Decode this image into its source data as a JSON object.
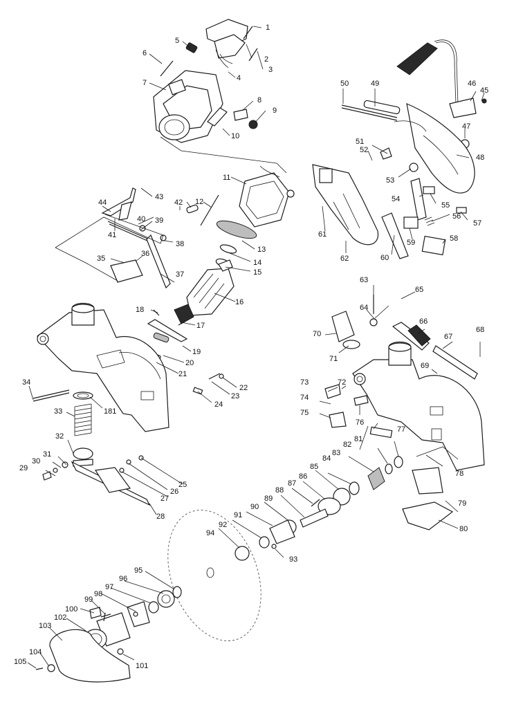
{
  "diagram": {
    "type": "exploded-parts-diagram",
    "callouts": [
      "1",
      "2",
      "3",
      "4",
      "5",
      "6",
      "7",
      "8",
      "9",
      "10",
      "11",
      "12",
      "13",
      "14",
      "15",
      "16",
      "17",
      "18",
      "19",
      "20",
      "21",
      "22",
      "23",
      "24",
      "25",
      "26",
      "27",
      "28",
      "29",
      "30",
      "31",
      "32",
      "33",
      "34",
      "35",
      "36",
      "37",
      "38",
      "39",
      "40",
      "41",
      "42",
      "43",
      "44",
      "45",
      "46",
      "47",
      "48",
      "49",
      "50",
      "51",
      "52",
      "53",
      "54",
      "55",
      "56",
      "57",
      "58",
      "59",
      "60",
      "61",
      "62",
      "63",
      "64",
      "65",
      "66",
      "67",
      "68",
      "69",
      "70",
      "71",
      "72",
      "73",
      "74",
      "75",
      "76",
      "77",
      "78",
      "79",
      "80",
      "81",
      "82",
      "83",
      "84",
      "85",
      "86",
      "87",
      "88",
      "89",
      "90",
      "91",
      "92",
      "93",
      "94",
      "95",
      "96",
      "97",
      "98",
      "99",
      "100",
      "101",
      "102",
      "103",
      "104",
      "105",
      "181"
    ]
  }
}
